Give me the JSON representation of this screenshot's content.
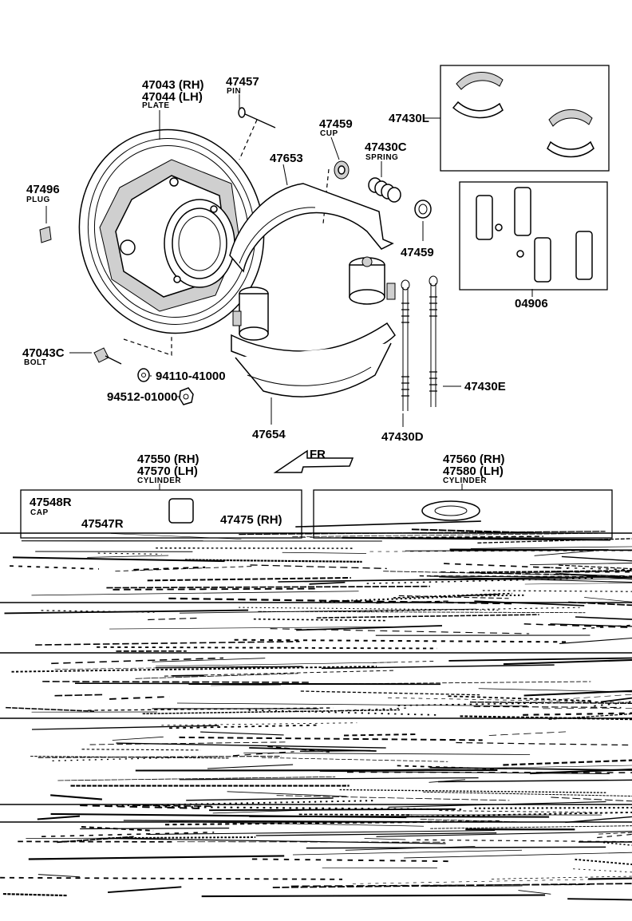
{
  "labels": {
    "plate_rh": "47043 (RH)",
    "plate_lh": "47044 (LH)",
    "plate_name": "PLATE",
    "pin_no": "47457",
    "pin_name": "PIN",
    "cup_no_top": "47459",
    "cup_name": "CUP",
    "shoe_kit": "47430L",
    "spring_no": "47430C",
    "spring_name": "SPRING",
    "plug_no": "47496",
    "plug_name": "PLUG",
    "shoe_upper": "47653",
    "cup_no_right": "47459",
    "kit_04906": "04906",
    "bolt_no": "47043C",
    "bolt_name": "BOLT",
    "washer_no": "94110-41000",
    "nut_no": "94512-01000",
    "shoe_lower": "47654",
    "spring_e": "47430E",
    "spring_d": "47430D",
    "fr_arrow": "FR",
    "cyl_left_rh": "47550 (RH)",
    "cyl_left_lh": "47570 (LH)",
    "cyl_left_name": "CYLINDER",
    "cyl_right_rh": "47560 (RH)",
    "cyl_right_lh": "47580 (LH)",
    "cyl_right_name": "CYLINDER",
    "cap_no": "47548R",
    "cap_name": "CAP",
    "part_47547r": "47547R",
    "part_47475": "47475 (RH)"
  }
}
